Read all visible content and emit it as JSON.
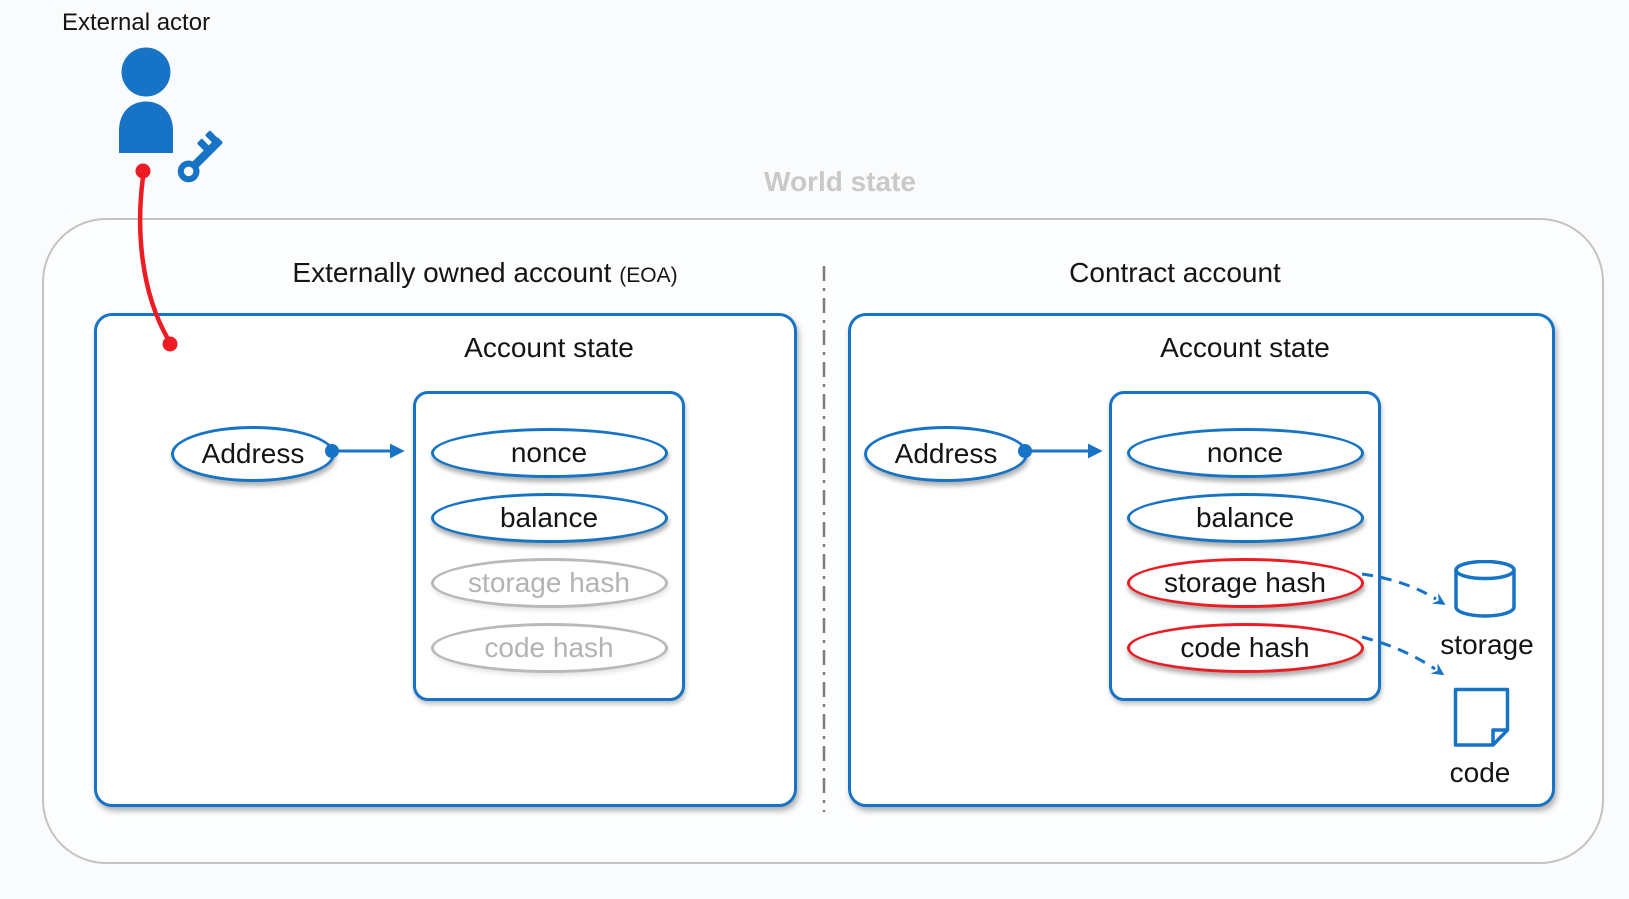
{
  "actor": {
    "label": "External actor"
  },
  "world_state": {
    "label": "World state"
  },
  "panels": {
    "eoa": {
      "title": "Externally owned account",
      "title_suffix": "(EOA)",
      "state_title": "Account state",
      "address": "Address",
      "fields": [
        {
          "label": "nonce",
          "variant": "blue"
        },
        {
          "label": "balance",
          "variant": "blue"
        },
        {
          "label": "storage hash",
          "variant": "gray"
        },
        {
          "label": "code hash",
          "variant": "gray"
        }
      ]
    },
    "contract": {
      "title": "Contract account",
      "state_title": "Account state",
      "address": "Address",
      "fields": [
        {
          "label": "nonce",
          "variant": "blue"
        },
        {
          "label": "balance",
          "variant": "blue"
        },
        {
          "label": "storage hash",
          "variant": "red"
        },
        {
          "label": "code hash",
          "variant": "red"
        }
      ],
      "externals": {
        "storage": "storage",
        "code": "code"
      }
    }
  },
  "icons": {
    "actor": "person-icon",
    "key": "key-icon",
    "storage": "database-cylinder-icon",
    "code": "document-icon"
  },
  "colors": {
    "blue": "#1673c5",
    "red": "#ed1c24",
    "gray": "#b9b9b9",
    "muted": "#c9c9c9",
    "container_border": "#c3c3c3",
    "divider": "#7b7b7b",
    "text": "#141414",
    "page_bg": "#fafbfc"
  }
}
